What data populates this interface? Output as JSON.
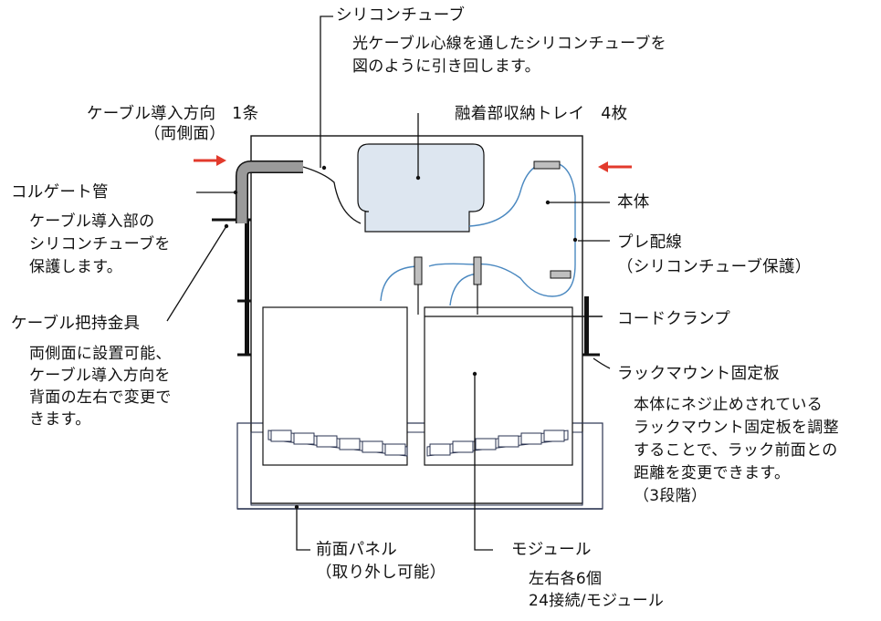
{
  "labels": {
    "silicon_tube": "シリコンチューブ",
    "silicon_tube_desc1": "光ケーブル心線を通したシリコンチューブを",
    "silicon_tube_desc2": "図のように引き回します。",
    "cable_entry_dir": "ケーブル導入方向　1条",
    "cable_entry_dir_sub": "（両側面）",
    "splice_tray": "融着部収納トレイ　4枚",
    "corrugated_tube": "コルゲート管",
    "corrugated_desc1": "ケーブル導入部の",
    "corrugated_desc2": "シリコンチューブを",
    "corrugated_desc3": "保護します。",
    "body": "本体",
    "pre_wiring": "プレ配線",
    "pre_wiring_sub": "（シリコンチューブ保護）",
    "cable_holder": "ケーブル把持金具",
    "cable_holder_desc1": "両側面に設置可能、",
    "cable_holder_desc2": "ケーブル導入方向を",
    "cable_holder_desc3": "背面の左右で変更で",
    "cable_holder_desc4": "きます。",
    "cord_clamp": "コードクランプ",
    "rackmount": "ラックマウント固定板",
    "rackmount_desc1": "本体にネジ止めされている",
    "rackmount_desc2": "ラックマウント固定板を調整",
    "rackmount_desc3": "することで、ラック前面との",
    "rackmount_desc4": "距離を変更できます。",
    "rackmount_desc5": "（3段階）",
    "front_panel": "前面パネル",
    "front_panel_sub": "（取り外し可能）",
    "module": "モジュール",
    "module_desc1": "左右各6個",
    "module_desc2": "24接続/モジュール"
  },
  "colors": {
    "line": "#111111",
    "tray_fill": "#dde6f0",
    "tube_blue": "#4a88c0",
    "arrow_red": "#e23a2c",
    "tube_gray": "#9a9a9a",
    "bracket_gray": "#bfbfbf",
    "panel_outline": "#2a3350"
  }
}
